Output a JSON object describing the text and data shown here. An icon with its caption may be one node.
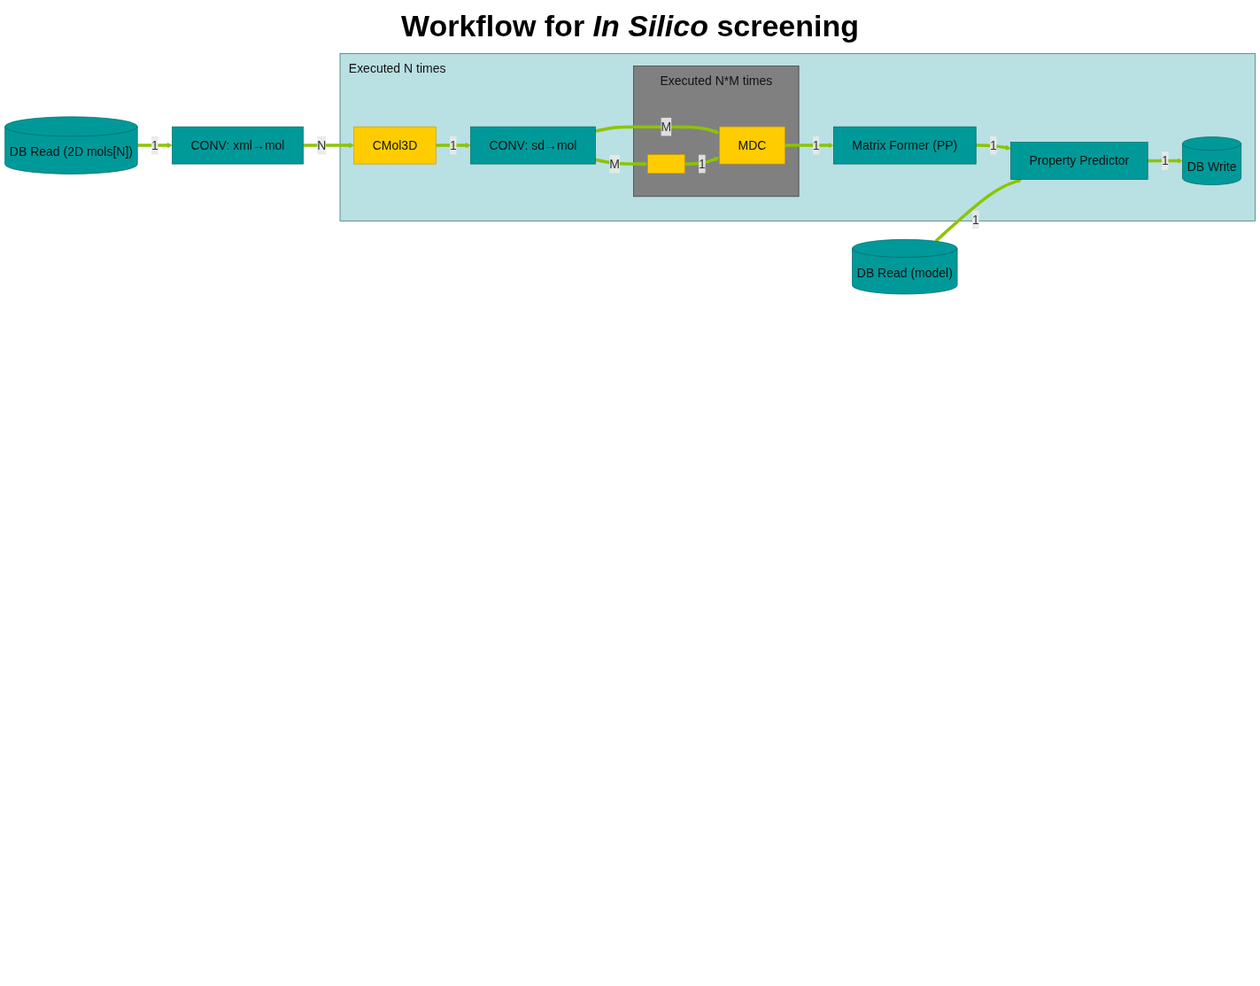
{
  "diagram": {
    "title": "Workflow for *In Silico* screening",
    "nodes": [
      {
        "text": [
          "DB Read (2D mols[N])"
        ]
      },
      {
        "text": [
          "DB Read (model)"
        ]
      },
      {
        "text": [
          "CONV: xml→mol"
        ]
      },
      {
        "text": [
          "Executed N times"
        ]
      },
      {
        "text": [
          "CMol3D"
        ],
        "in": 3
      },
      {
        "text": [
          "Property Predictor"
        ],
        "in": 3
      },
      {
        "text": [
          "DB Write"
        ],
        "in": 3
      },
      {
        "text": [
          "Executed N*M times"
        ],
        "in": 3
      },
      {
        "text": [
          "MDC"
        ],
        "in": 7
      },
      {
        "text": [],
        "shape": "box",
        "in": 7
      },
      {
        "text": [
          "CONV: sd→mol"
        ],
        "in": 3
      },
      {
        "text": [
          "Matrix Former (PP)"
        ],
        "in": 3
      }
    ],
    "edges": [
      {
        "from": 0,
        "to": 2,
        "arrow": "to",
        "label": "1"
      },
      {
        "from": 2,
        "to": 4,
        "arrow": "to",
        "label": "N"
      },
      {
        "from": 4,
        "to": 10,
        "arrow": "to",
        "label": "1"
      },
      {
        "from": 10,
        "to": 8,
        "arrow": "to",
        "label": "M"
      },
      {
        "from": 10,
        "to": 9,
        "arrow": "to",
        "label": "M"
      },
      {
        "from": 9,
        "to": 8,
        "arrow": "to",
        "label": "1"
      },
      {
        "from": 8,
        "to": 11,
        "arrow": "to",
        "label": "1"
      },
      {
        "from": 11,
        "to": 5,
        "arrow": "to",
        "label": "1"
      },
      {
        "from": 5,
        "to": 6,
        "arrow": "to",
        "label": "1"
      },
      {
        "from": 1,
        "to": 5,
        "arrow": "to",
        "label": "1"
      }
    ]
  }
}
